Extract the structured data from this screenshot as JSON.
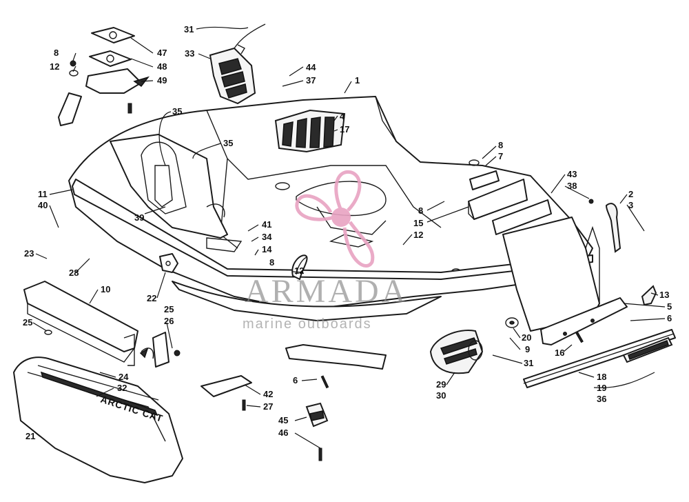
{
  "callouts": {
    "c1": "1",
    "c2": "2",
    "c3": "3",
    "c4": "4",
    "c5": "5",
    "c6a": "6",
    "c6b": "6",
    "c7": "7",
    "c8a": "8",
    "c8b": "8",
    "c8c": "8",
    "c8d": "8",
    "c9": "9",
    "c10": "10",
    "c11": "11",
    "c12a": "12",
    "c12b": "12",
    "c12c": "12",
    "c13": "13",
    "c14": "14",
    "c15": "15",
    "c16": "16",
    "c17": "17",
    "c18": "18",
    "c19": "19",
    "c20": "20",
    "c21": "21",
    "c22": "22",
    "c23": "23",
    "c24": "24",
    "c25a": "25",
    "c25b": "25",
    "c26": "26",
    "c27": "27",
    "c28": "28",
    "c29": "29",
    "c30": "30",
    "c31a": "31",
    "c31b": "31",
    "c32": "32",
    "c33": "33",
    "c34": "34",
    "c35a": "35",
    "c35b": "35",
    "c36": "36",
    "c37": "37",
    "c38": "38",
    "c39": "39",
    "c40": "40",
    "c41": "41",
    "c42": "42",
    "c43": "43",
    "c44": "44",
    "c45": "45",
    "c46": "46",
    "c47": "47",
    "c48": "48",
    "c49": "49"
  },
  "hood_badge_text": "ARCTIC CAT",
  "watermark": {
    "title": "ARMADA",
    "subtitle": "marine outboards",
    "logo_color": "#e8a2c2",
    "text_color": "#8f8f8f"
  },
  "line_color": "#1a1a1a"
}
